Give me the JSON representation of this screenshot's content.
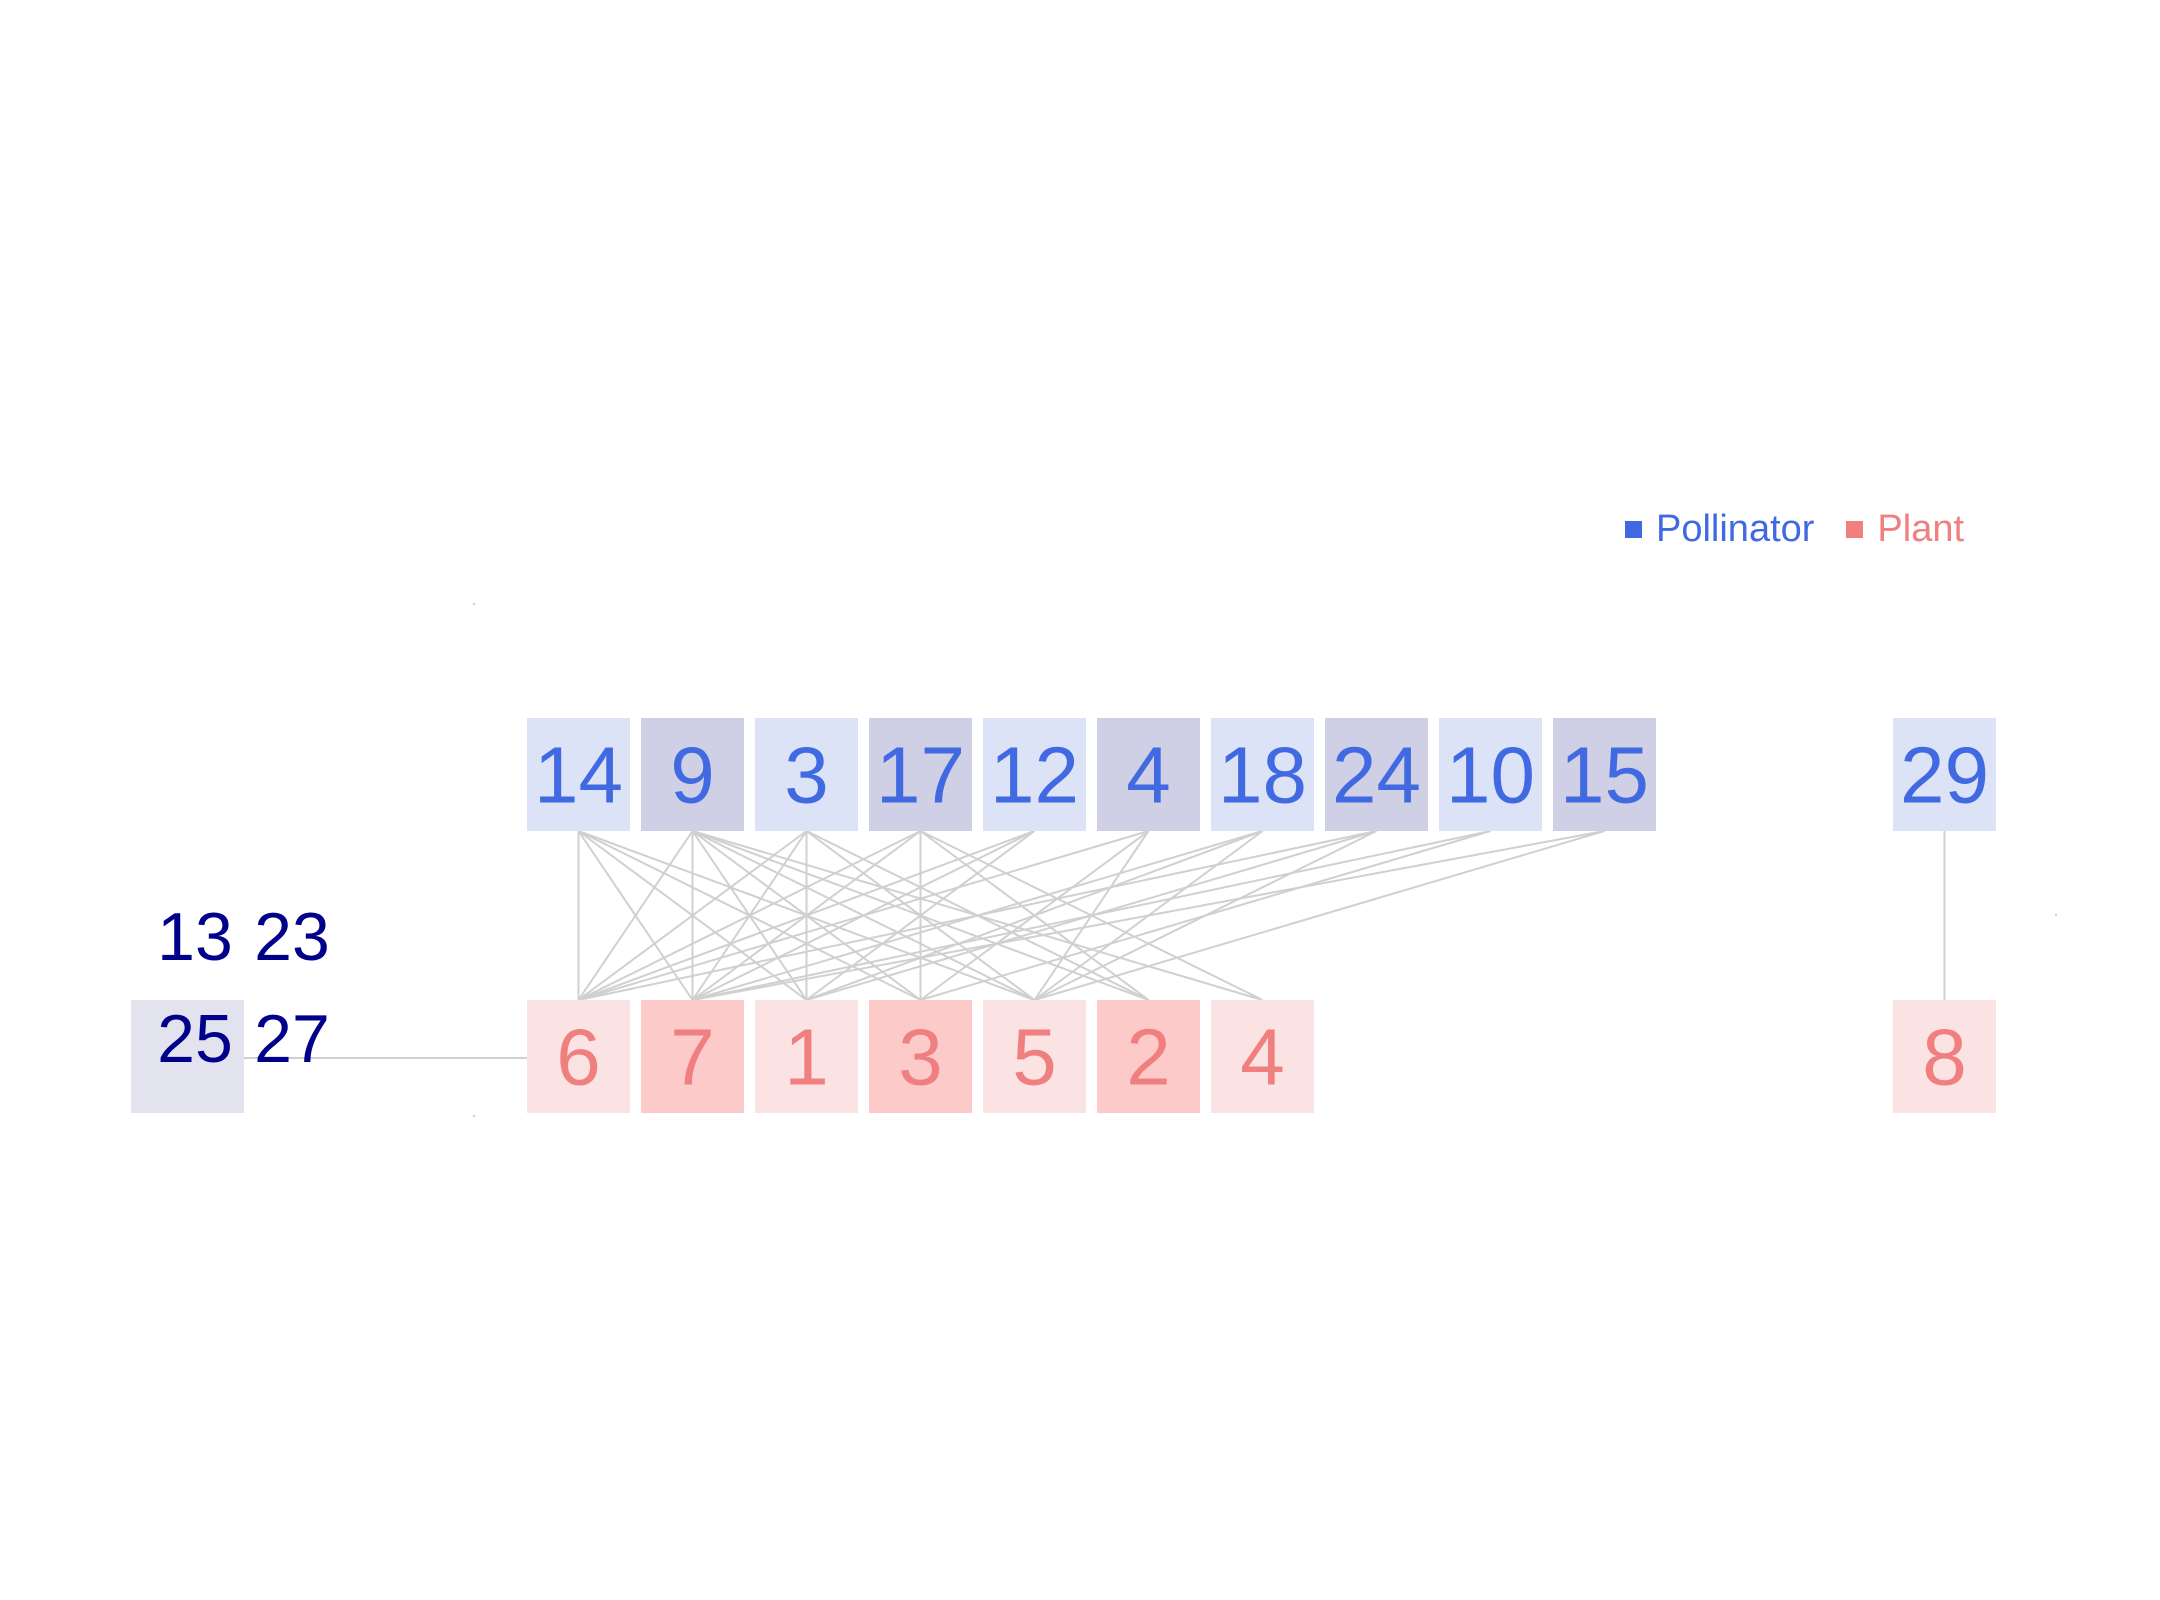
{
  "colors": {
    "pollinator_text": "#4169e1",
    "plant_text": "#f08080",
    "pollinator_light": "#dce3f7",
    "pollinator_dark": "#cfd0e6",
    "plant_light": "#fbe3e3",
    "plant_dark": "#fdcaca",
    "edge": "#d0d0d0",
    "group_text": "#00008b",
    "group_box": "#e3e3f0"
  },
  "legend": {
    "pollinator_label": "Pollinator",
    "plant_label": "Plant"
  },
  "pollinators": [
    {
      "id": "14",
      "shade": "light"
    },
    {
      "id": "9",
      "shade": "dark"
    },
    {
      "id": "3",
      "shade": "light"
    },
    {
      "id": "17",
      "shade": "dark"
    },
    {
      "id": "12",
      "shade": "light"
    },
    {
      "id": "4",
      "shade": "dark"
    },
    {
      "id": "18",
      "shade": "light"
    },
    {
      "id": "24",
      "shade": "dark"
    },
    {
      "id": "10",
      "shade": "light"
    },
    {
      "id": "15",
      "shade": "dark"
    },
    {
      "id": "29",
      "shade": "light"
    }
  ],
  "plants": [
    {
      "id": "6",
      "shade": "light"
    },
    {
      "id": "7",
      "shade": "dark"
    },
    {
      "id": "1",
      "shade": "light"
    },
    {
      "id": "3",
      "shade": "dark"
    },
    {
      "id": "5",
      "shade": "light"
    },
    {
      "id": "2",
      "shade": "dark"
    },
    {
      "id": "4",
      "shade": "light"
    },
    {
      "id": "8",
      "shade": "light"
    }
  ],
  "isolated_group": {
    "labels": [
      "13",
      "23",
      "25",
      "27"
    ]
  },
  "edges": [
    [
      "14",
      "6"
    ],
    [
      "14",
      "7"
    ],
    [
      "14",
      "1"
    ],
    [
      "14",
      "3"
    ],
    [
      "14",
      "5"
    ],
    [
      "9",
      "6"
    ],
    [
      "9",
      "7"
    ],
    [
      "9",
      "1"
    ],
    [
      "9",
      "3"
    ],
    [
      "9",
      "5"
    ],
    [
      "9",
      "2"
    ],
    [
      "9",
      "4"
    ],
    [
      "3",
      "6"
    ],
    [
      "3",
      "7"
    ],
    [
      "3",
      "1"
    ],
    [
      "3",
      "5"
    ],
    [
      "3",
      "2"
    ],
    [
      "17",
      "7"
    ],
    [
      "17",
      "6"
    ],
    [
      "17",
      "3"
    ],
    [
      "17",
      "2"
    ],
    [
      "17",
      "4"
    ],
    [
      "12",
      "6"
    ],
    [
      "12",
      "7"
    ],
    [
      "12",
      "1"
    ],
    [
      "4",
      "6"
    ],
    [
      "4",
      "5"
    ],
    [
      "4",
      "3"
    ],
    [
      "18",
      "7"
    ],
    [
      "18",
      "5"
    ],
    [
      "18",
      "1"
    ],
    [
      "24",
      "6"
    ],
    [
      "24",
      "5"
    ],
    [
      "24",
      "1"
    ],
    [
      "10",
      "7"
    ],
    [
      "10",
      "3"
    ],
    [
      "15",
      "7"
    ],
    [
      "15",
      "5"
    ],
    [
      "29",
      "8"
    ]
  ]
}
